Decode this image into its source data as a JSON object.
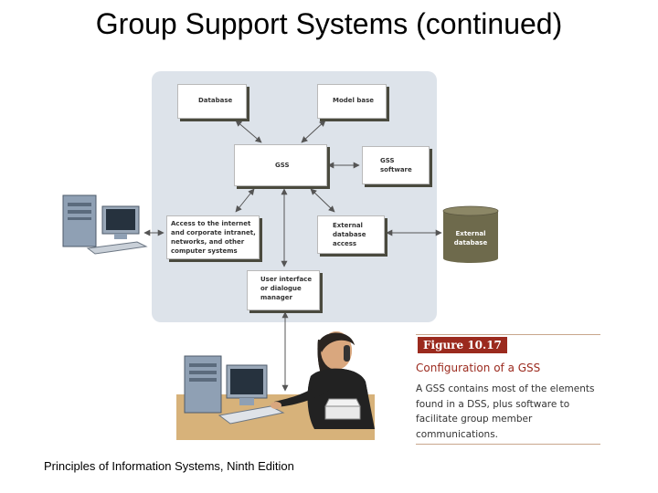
{
  "slide": {
    "title": "Group Support Systems (continued)",
    "footer": "Principles of Information Systems, Ninth Edition"
  },
  "diagram": {
    "boxes": {
      "database": "Database",
      "model_base": "Model base",
      "gss": "GSS",
      "gss_software": "GSS\nsoftware",
      "access": "Access to the internet\nand corporate intranet,\nnetworks, and other\ncomputer systems",
      "external_access": "External\ndatabase\naccess",
      "user_interface": "User interface\nor dialogue\nmanager"
    },
    "external_database": "External\ndatabase"
  },
  "caption": {
    "figure_label": "Figure 10.17",
    "figure_title": "Configuration of a GSS",
    "description": "A GSS contains most of the elements\nfound in a DSS, plus software to\nfacilitate group member\ncommunications."
  },
  "colors": {
    "panel": "#dde3ea",
    "box_shadow": "#4a4a3e",
    "figure_label_bg": "#9b2a1e",
    "figure_title": "#9b2a1e",
    "external_db": "#6e6a4c"
  }
}
